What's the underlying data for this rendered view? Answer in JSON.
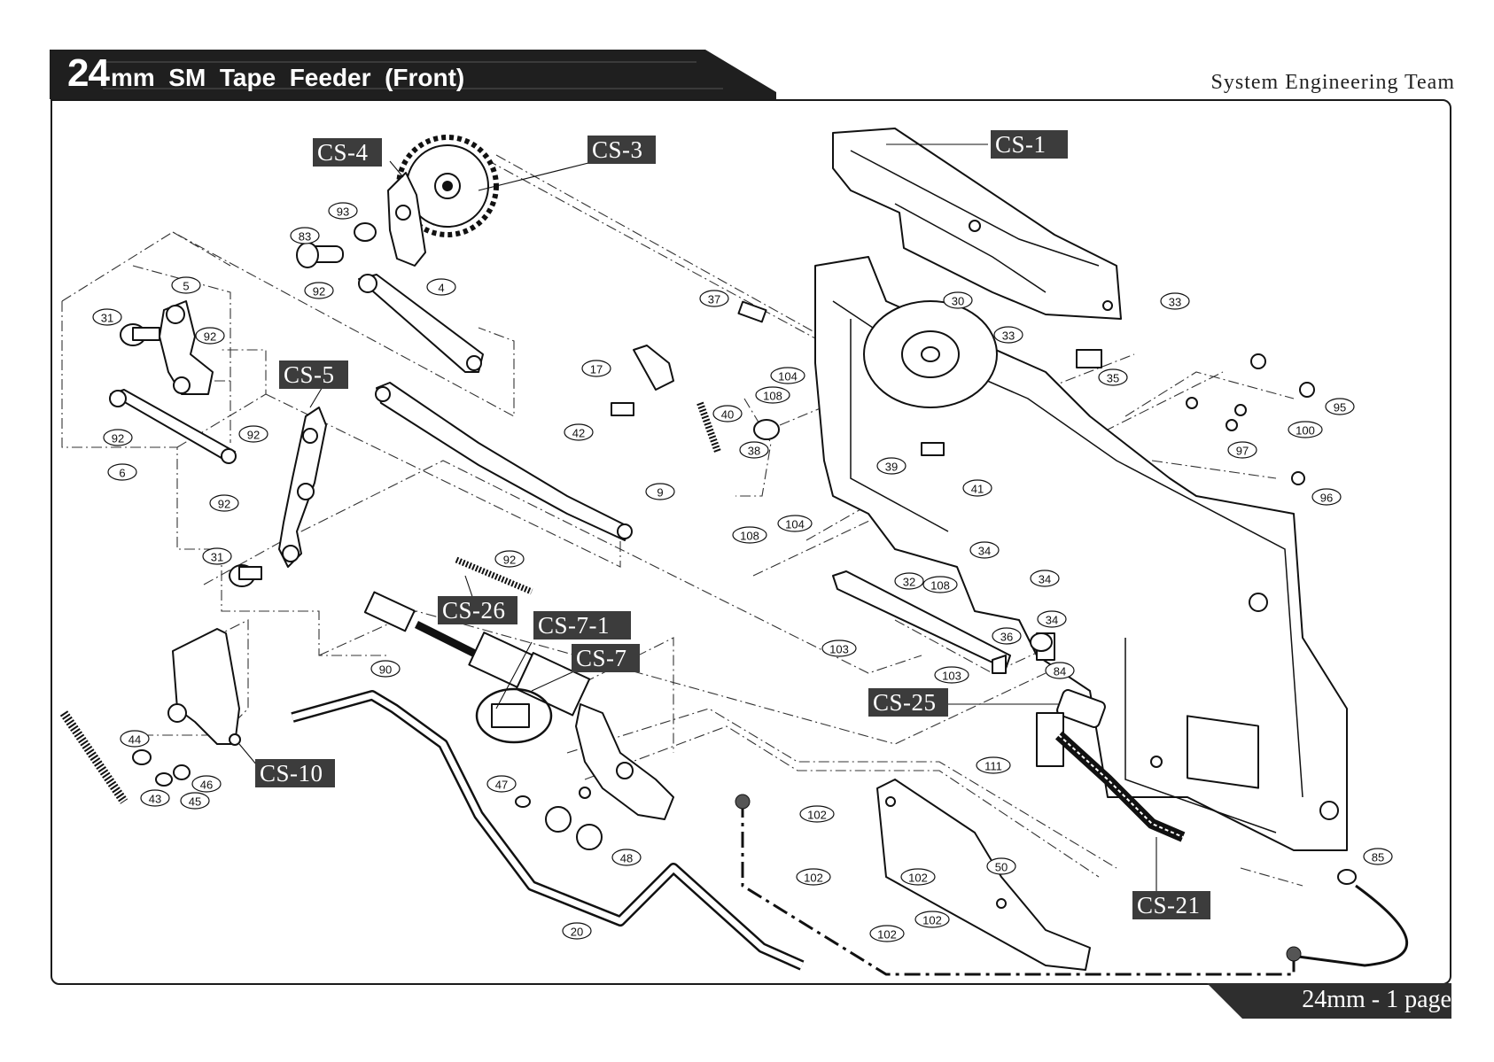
{
  "header": {
    "title_number": "24",
    "title_text": "mm  SM  Tape  Feeder  (Front)",
    "team": "System Engineering Team"
  },
  "footer": {
    "page_label": "24mm - 1 page"
  },
  "assembly_labels": [
    "CS-1",
    "CS-3",
    "CS-4",
    "CS-5",
    "CS-7",
    "CS-7-1",
    "CS-10",
    "CS-21",
    "CS-25",
    "CS-26"
  ],
  "part_numbers": [
    "4",
    "5",
    "6",
    "9",
    "17",
    "20",
    "30",
    "31",
    "32",
    "33",
    "34",
    "35",
    "36",
    "37",
    "38",
    "39",
    "40",
    "41",
    "42",
    "43",
    "44",
    "45",
    "46",
    "47",
    "48",
    "50",
    "83",
    "84",
    "85",
    "90",
    "92",
    "93",
    "95",
    "96",
    "97",
    "100",
    "102",
    "103",
    "104",
    "108",
    "111"
  ],
  "colors": {
    "header_band": "#1f1f1f",
    "label_fill": "#3c3c3c",
    "line": "#111111"
  }
}
